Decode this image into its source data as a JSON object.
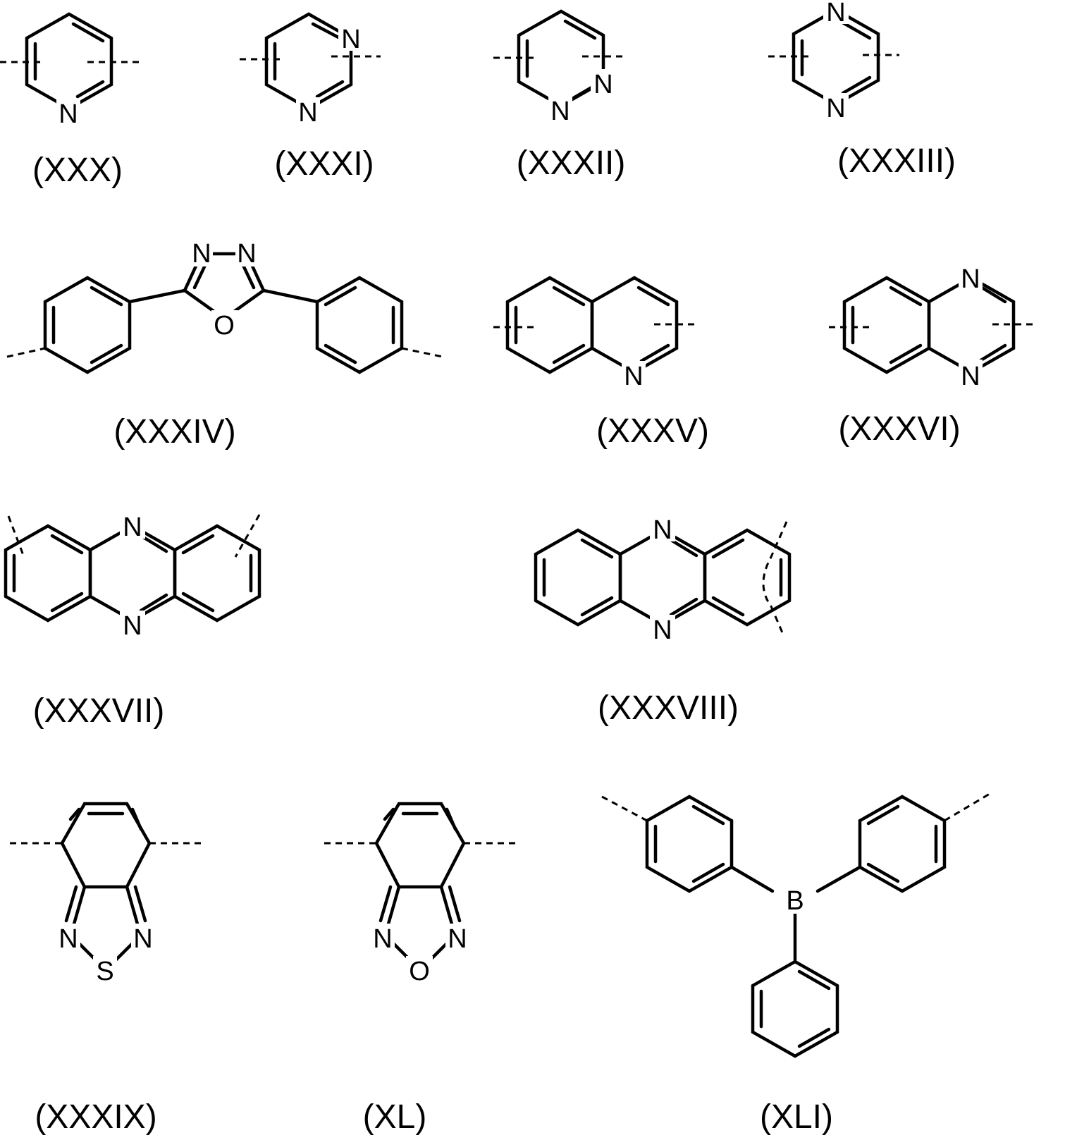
{
  "compounds": [
    {
      "id": "XXX",
      "label": "(XXX)",
      "atoms": [
        "N"
      ]
    },
    {
      "id": "XXXI",
      "label": "(XXXI)",
      "atoms": [
        "N",
        "N"
      ]
    },
    {
      "id": "XXXII",
      "label": "(XXXII)",
      "atoms": [
        "N",
        "N"
      ]
    },
    {
      "id": "XXXIII",
      "label": "(XXXIII)",
      "atoms": [
        "N",
        "N"
      ]
    },
    {
      "id": "XXXIV",
      "label": "(XXXIV)",
      "atoms": [
        "N",
        "N",
        "O"
      ]
    },
    {
      "id": "XXXV",
      "label": "(XXXV)",
      "atoms": [
        "N"
      ]
    },
    {
      "id": "XXXVI",
      "label": "(XXXVI)",
      "atoms": [
        "N",
        "N"
      ]
    },
    {
      "id": "XXXVII",
      "label": "(XXXVII)",
      "atoms": [
        "N",
        "N"
      ]
    },
    {
      "id": "XXXVIII",
      "label": "(XXXVIII)",
      "atoms": [
        "N",
        "N"
      ]
    },
    {
      "id": "XXXIX",
      "label": "(XXXIX)",
      "atoms": [
        "N",
        "S",
        "N"
      ]
    },
    {
      "id": "XL",
      "label": "(XL)",
      "atoms": [
        "N",
        "O",
        "N"
      ]
    },
    {
      "id": "XLI",
      "label": "(XLI)",
      "atoms": [
        "B"
      ]
    }
  ]
}
